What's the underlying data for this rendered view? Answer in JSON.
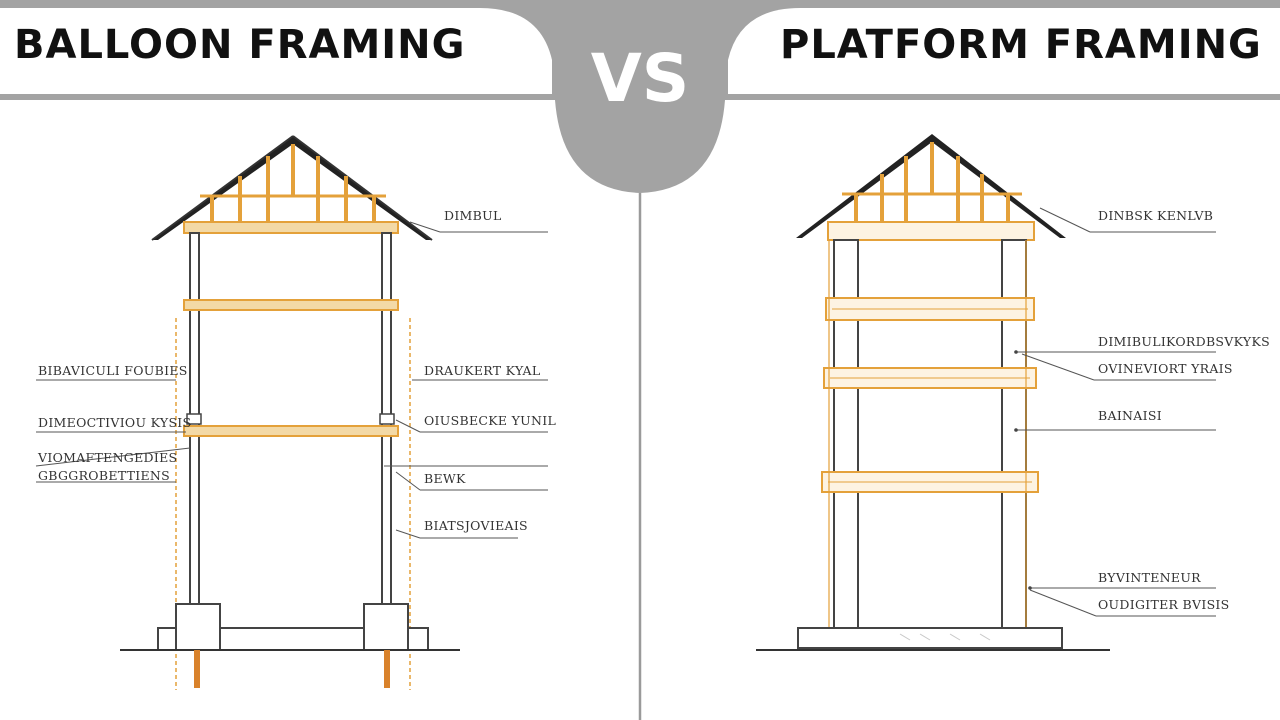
{
  "header": {
    "left_title": "BALLOON FRAMING",
    "vs_label": "VS",
    "right_title": "PLATFORM FRAMING"
  },
  "balloon": {
    "labels_left": [
      "BIBAVICULI FOUBIES",
      "DIMEOCTIVIOU KYSIS",
      "VIOMAFTENGEDIES",
      "GBGGROBETTIENS"
    ],
    "labels_right": [
      "DIMBUL",
      "DRAUKERT KYAL",
      "OIUSBECKE YUNIL",
      "BEWK",
      "BIATSJOVIEAIS"
    ]
  },
  "platform": {
    "labels_right": [
      "DINBSK KENLVB",
      "DIMIBULIKORDBSVKYKS",
      "OVINEVIORT YRAIS",
      "BAINAISI",
      "BYVINTENEUR",
      "OUDIGITER BVISIS"
    ]
  },
  "colors": {
    "banner_gray": "#a3a3a3",
    "wood": "#f3d9a6",
    "wood_edge": "#e4a13a",
    "line": "#444444"
  }
}
